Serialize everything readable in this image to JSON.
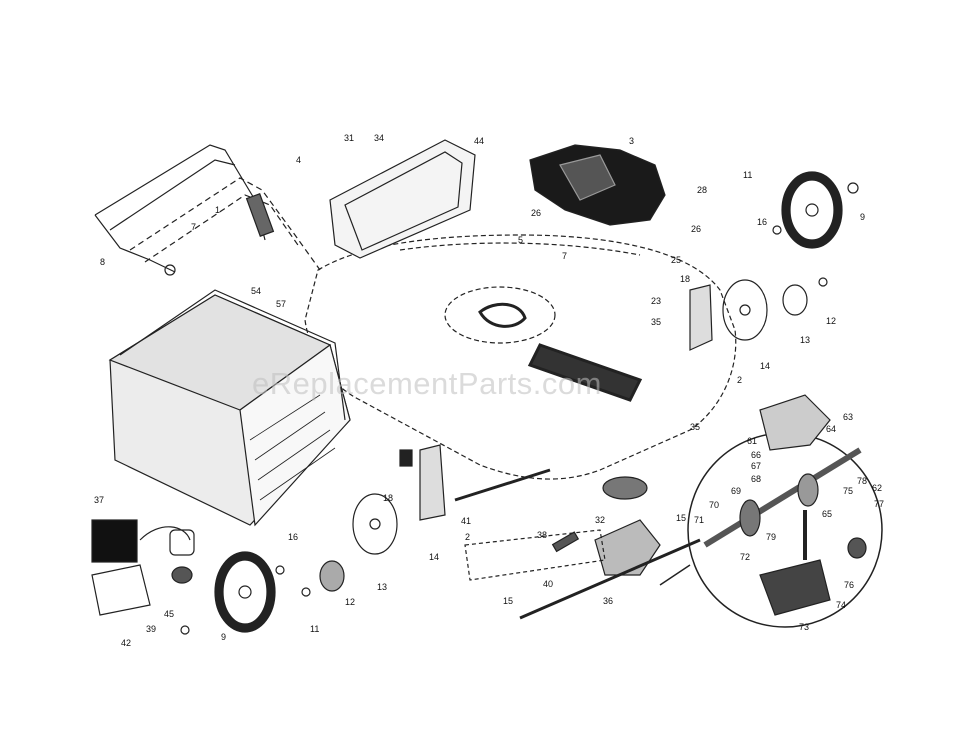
{
  "watermark": "eReplacementParts.com",
  "labels": [
    {
      "id": "p3",
      "text": "3"
    },
    {
      "id": "p31",
      "text": "31"
    },
    {
      "id": "p34",
      "text": "34"
    },
    {
      "id": "p44",
      "text": "44"
    },
    {
      "id": "p4",
      "text": "4"
    },
    {
      "id": "p1",
      "text": "1"
    },
    {
      "id": "p7a",
      "text": "7"
    },
    {
      "id": "p8",
      "text": "8"
    },
    {
      "id": "p28",
      "text": "28"
    },
    {
      "id": "p26a",
      "text": "26"
    },
    {
      "id": "p26b",
      "text": "26"
    },
    {
      "id": "p7b",
      "text": "7"
    },
    {
      "id": "p25",
      "text": "25"
    },
    {
      "id": "p18a",
      "text": "18"
    },
    {
      "id": "p23",
      "text": "23"
    },
    {
      "id": "p5",
      "text": "5"
    },
    {
      "id": "p35a",
      "text": "35"
    },
    {
      "id": "p2a",
      "text": "2"
    },
    {
      "id": "p14a",
      "text": "14"
    },
    {
      "id": "p13a",
      "text": "13"
    },
    {
      "id": "p12a",
      "text": "12"
    },
    {
      "id": "p16a",
      "text": "16"
    },
    {
      "id": "p11a",
      "text": "11"
    },
    {
      "id": "p9a",
      "text": "9"
    },
    {
      "id": "p54",
      "text": "54"
    },
    {
      "id": "p57",
      "text": "57"
    },
    {
      "id": "p35b",
      "text": "35"
    },
    {
      "id": "p18b",
      "text": "18"
    },
    {
      "id": "p41",
      "text": "41"
    },
    {
      "id": "p2b",
      "text": "2"
    },
    {
      "id": "p14b",
      "text": "14"
    },
    {
      "id": "p38",
      "text": "38"
    },
    {
      "id": "p32",
      "text": "32"
    },
    {
      "id": "p15a",
      "text": "15"
    },
    {
      "id": "p37",
      "text": "37"
    },
    {
      "id": "p16b",
      "text": "16"
    },
    {
      "id": "p13b",
      "text": "13"
    },
    {
      "id": "p12b",
      "text": "12"
    },
    {
      "id": "p11b",
      "text": "11"
    },
    {
      "id": "p9b",
      "text": "9"
    },
    {
      "id": "p45",
      "text": "45"
    },
    {
      "id": "p39",
      "text": "39"
    },
    {
      "id": "p42",
      "text": "42"
    },
    {
      "id": "p40",
      "text": "40"
    },
    {
      "id": "p15b",
      "text": "15"
    },
    {
      "id": "p36",
      "text": "36"
    },
    {
      "id": "p61",
      "text": "61"
    },
    {
      "id": "p63",
      "text": "63"
    },
    {
      "id": "p64",
      "text": "64"
    },
    {
      "id": "p66",
      "text": "66"
    },
    {
      "id": "p67",
      "text": "67"
    },
    {
      "id": "p68",
      "text": "68"
    },
    {
      "id": "p69",
      "text": "69"
    },
    {
      "id": "p70",
      "text": "70"
    },
    {
      "id": "p71",
      "text": "71"
    },
    {
      "id": "p62",
      "text": "62"
    },
    {
      "id": "p65",
      "text": "65"
    },
    {
      "id": "p75",
      "text": "75"
    },
    {
      "id": "p78a",
      "text": "78"
    },
    {
      "id": "p77",
      "text": "77"
    },
    {
      "id": "p79",
      "text": "79"
    },
    {
      "id": "p72",
      "text": "72"
    },
    {
      "id": "p76",
      "text": "76"
    },
    {
      "id": "p74",
      "text": "74"
    },
    {
      "id": "p73",
      "text": "73"
    }
  ]
}
